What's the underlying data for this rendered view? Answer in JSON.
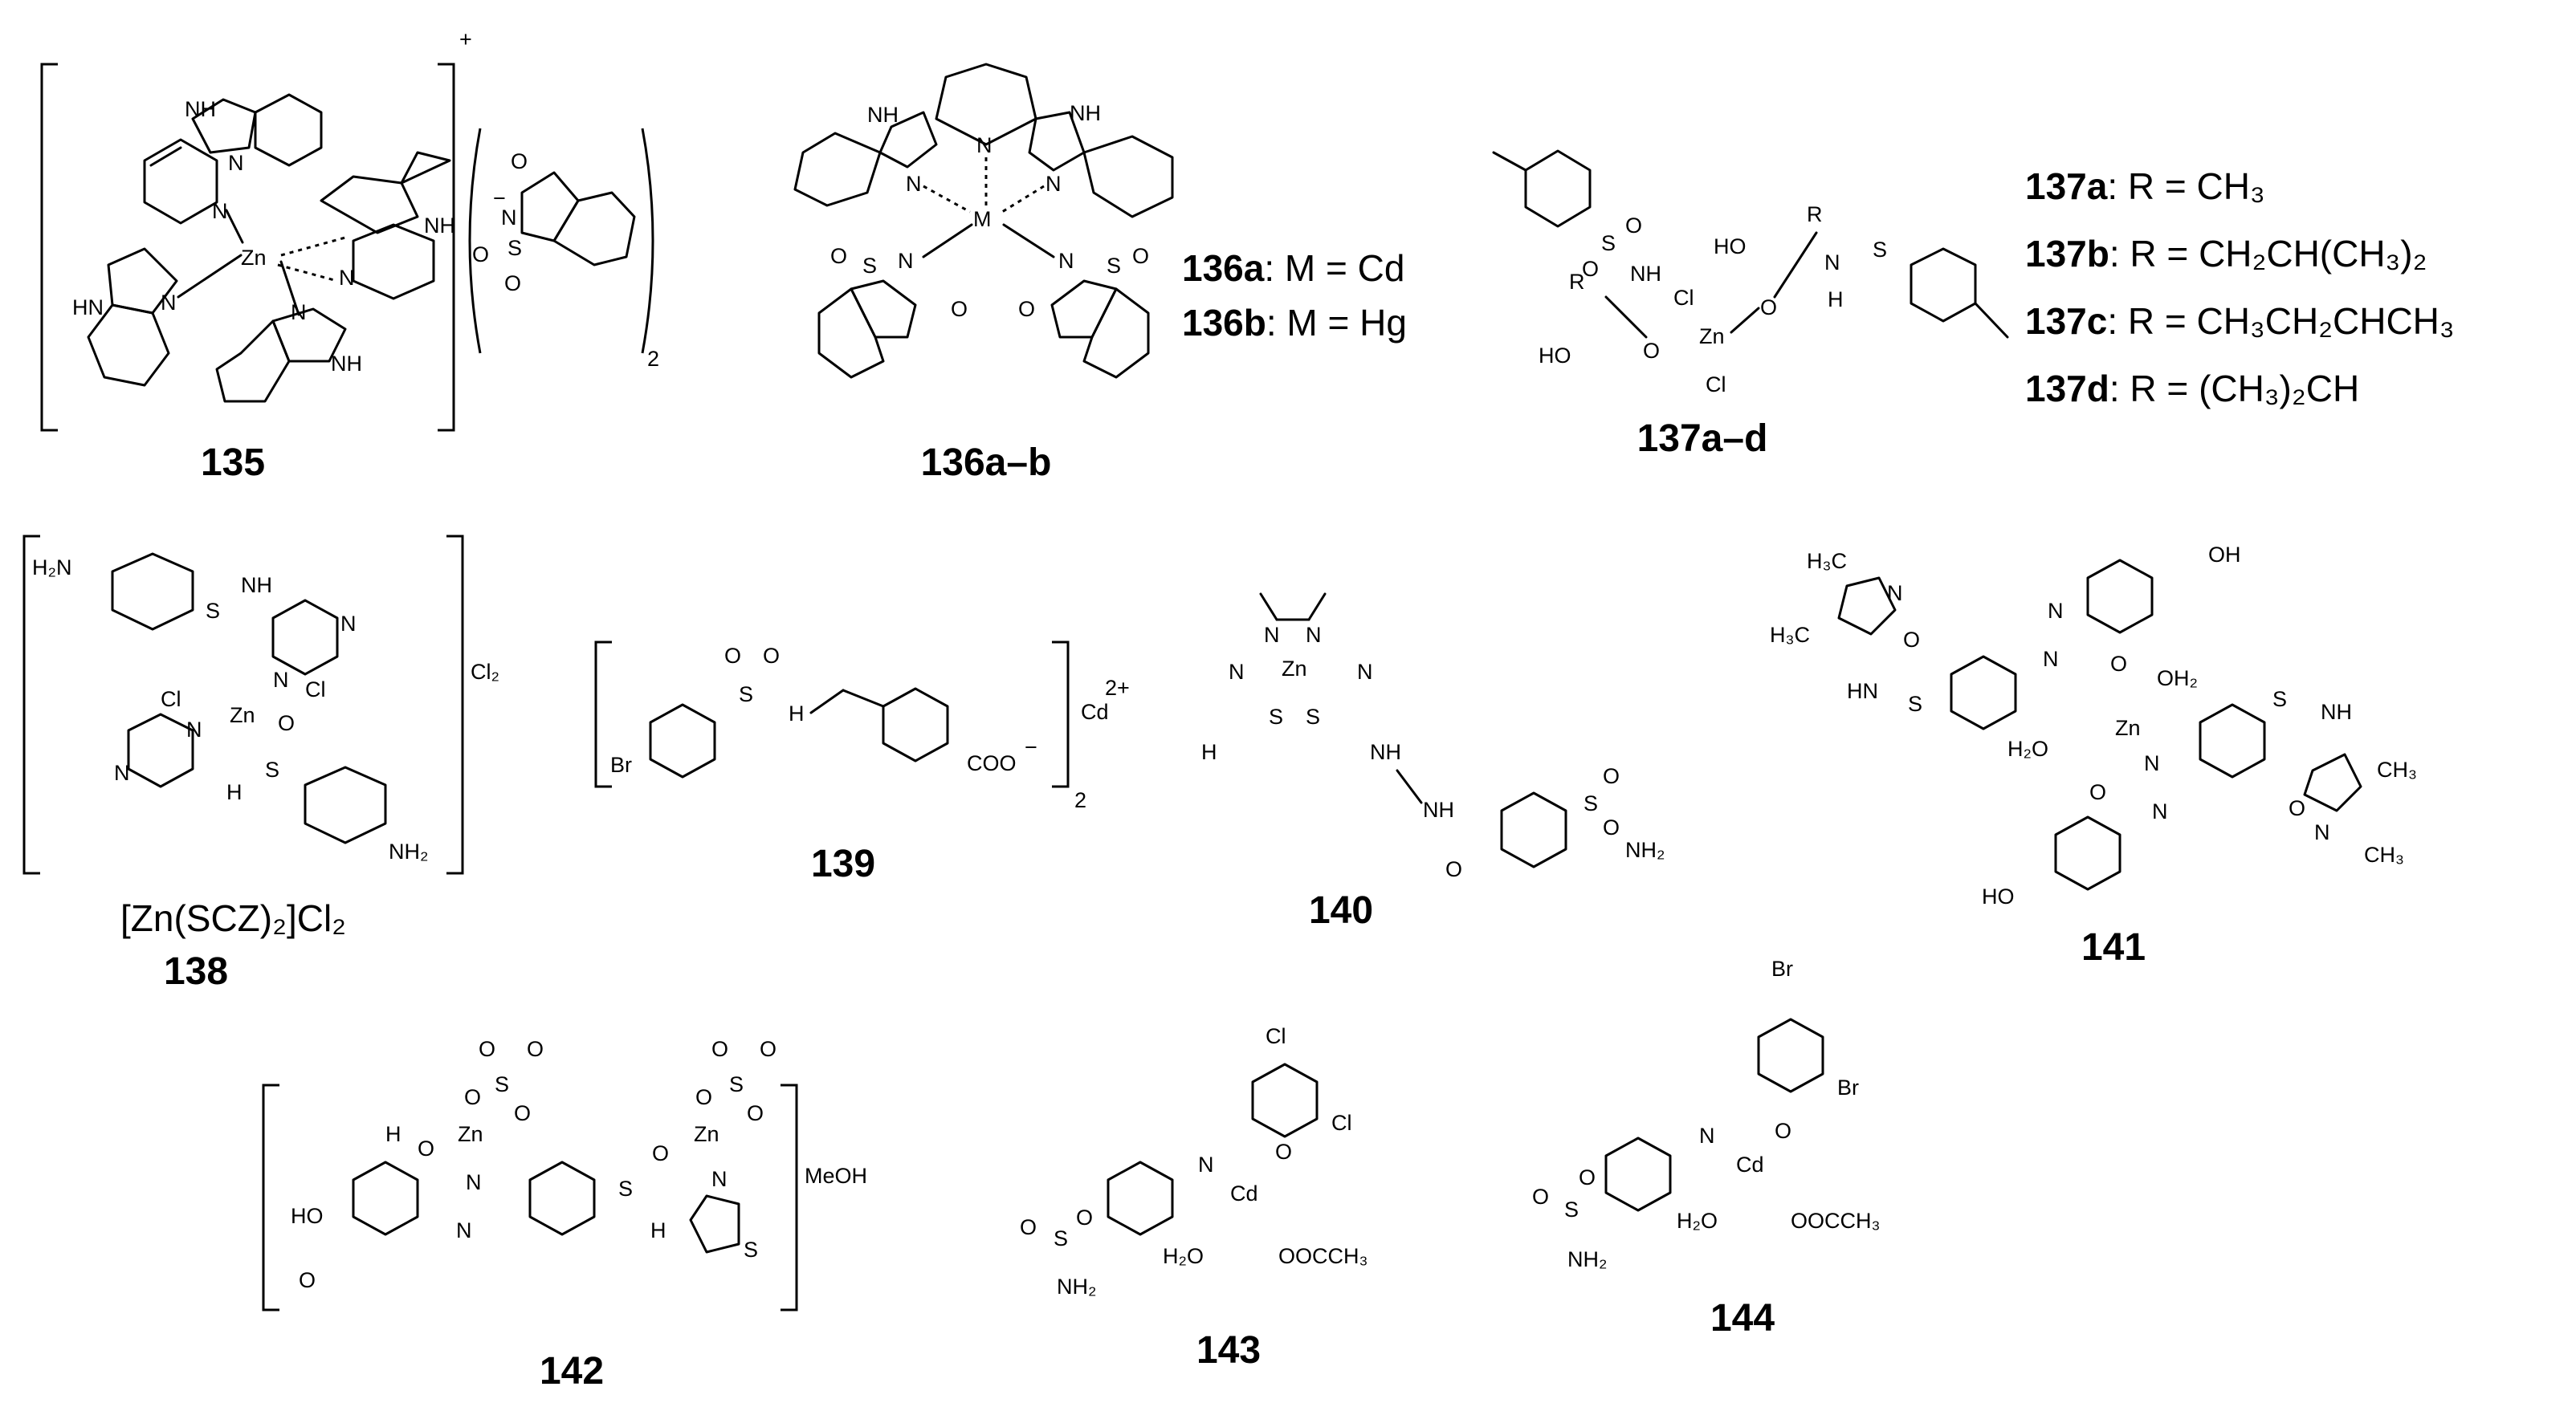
{
  "labels": {
    "c135": "135",
    "c136": "136a–b",
    "c137": "137a–d",
    "c138": "138",
    "c139": "139",
    "c140": "140",
    "c141": "141",
    "c142": "142",
    "c143": "143",
    "c144": "144"
  },
  "legend_136": [
    {
      "id": "136a",
      "text": ": M = Cd"
    },
    {
      "id": "136b",
      "text": ": M = Hg"
    }
  ],
  "legend_137": [
    {
      "id": "137a",
      "text": ": R = CH₃"
    },
    {
      "id": "137b",
      "text": ": R = CH₂CH(CH₃)₂"
    },
    {
      "id": "137c",
      "text": ": R = CH₃CH₂CHCH₃"
    },
    {
      "id": "137d",
      "text": ": R = (CH₃)₂CH"
    }
  ],
  "formula_138": "[Zn(SCZ)₂]Cl₂",
  "atoms": {
    "zn": "Zn",
    "m": "M",
    "cd": "Cd",
    "n": "N",
    "nh": "NH",
    "hn": "HN",
    "h": "H",
    "o": "O",
    "s": "S",
    "cl": "Cl",
    "br": "Br",
    "ho": "HO",
    "oh": "OH",
    "h2o": "H₂O",
    "oh2": "OH₂",
    "nh2": "NH₂",
    "h2n": "H₂N",
    "h3c": "H₃C",
    "ch3": "CH₃",
    "r": "R",
    "coo": "COO",
    "ooccch3": "OOCCH₃",
    "meoh": "MeOH",
    "minus": "−",
    "plus": "+",
    "two": "2",
    "cl2": "Cl₂",
    "cd2plus": "Cd",
    "twoplus": "2+",
    "h_o": "H"
  }
}
